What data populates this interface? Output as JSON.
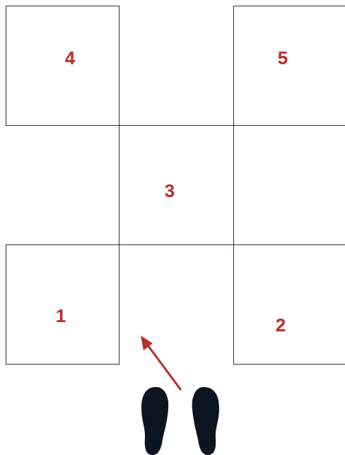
{
  "diagram": {
    "nodes": [
      {
        "text": [
          "4"
        ]
      },
      {
        "text": [
          "5"
        ]
      },
      {
        "text": [
          "3"
        ]
      },
      {
        "text": [
          "1"
        ]
      },
      {
        "text": [
          "2"
        ]
      }
    ]
  }
}
